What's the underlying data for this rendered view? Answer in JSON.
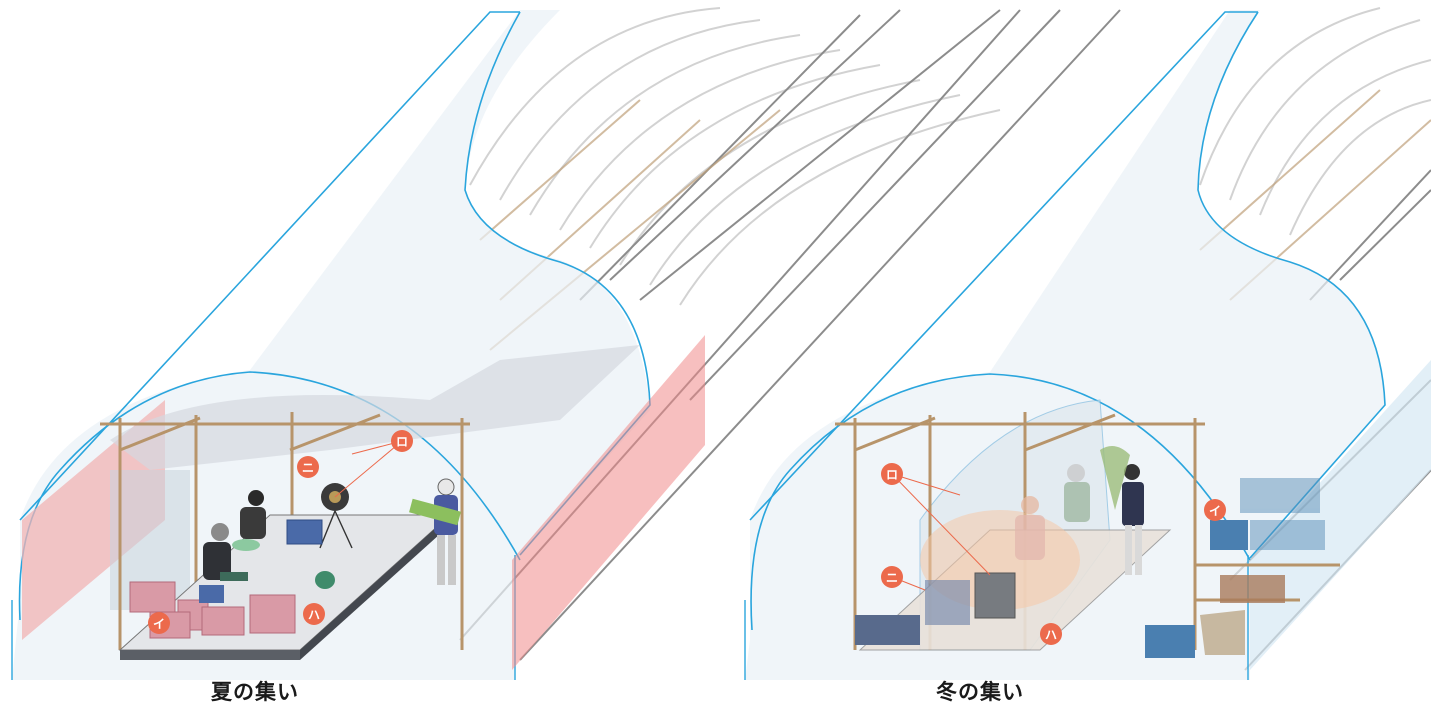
{
  "captions": {
    "summer": "夏の集い",
    "winter": "冬の集い"
  },
  "markers": {
    "i": "イ",
    "ro": "ロ",
    "ha": "ハ",
    "ni": "ニ"
  },
  "colors": {
    "film_edge": "#2aa5dd",
    "frame": "#b7946a",
    "pipe": "#9a9a9a",
    "marker": "#ec6a4c",
    "side_film": "#f2b3b3",
    "crate_pink": "#d99aa6",
    "crate_blue": "#4a6aa8"
  }
}
